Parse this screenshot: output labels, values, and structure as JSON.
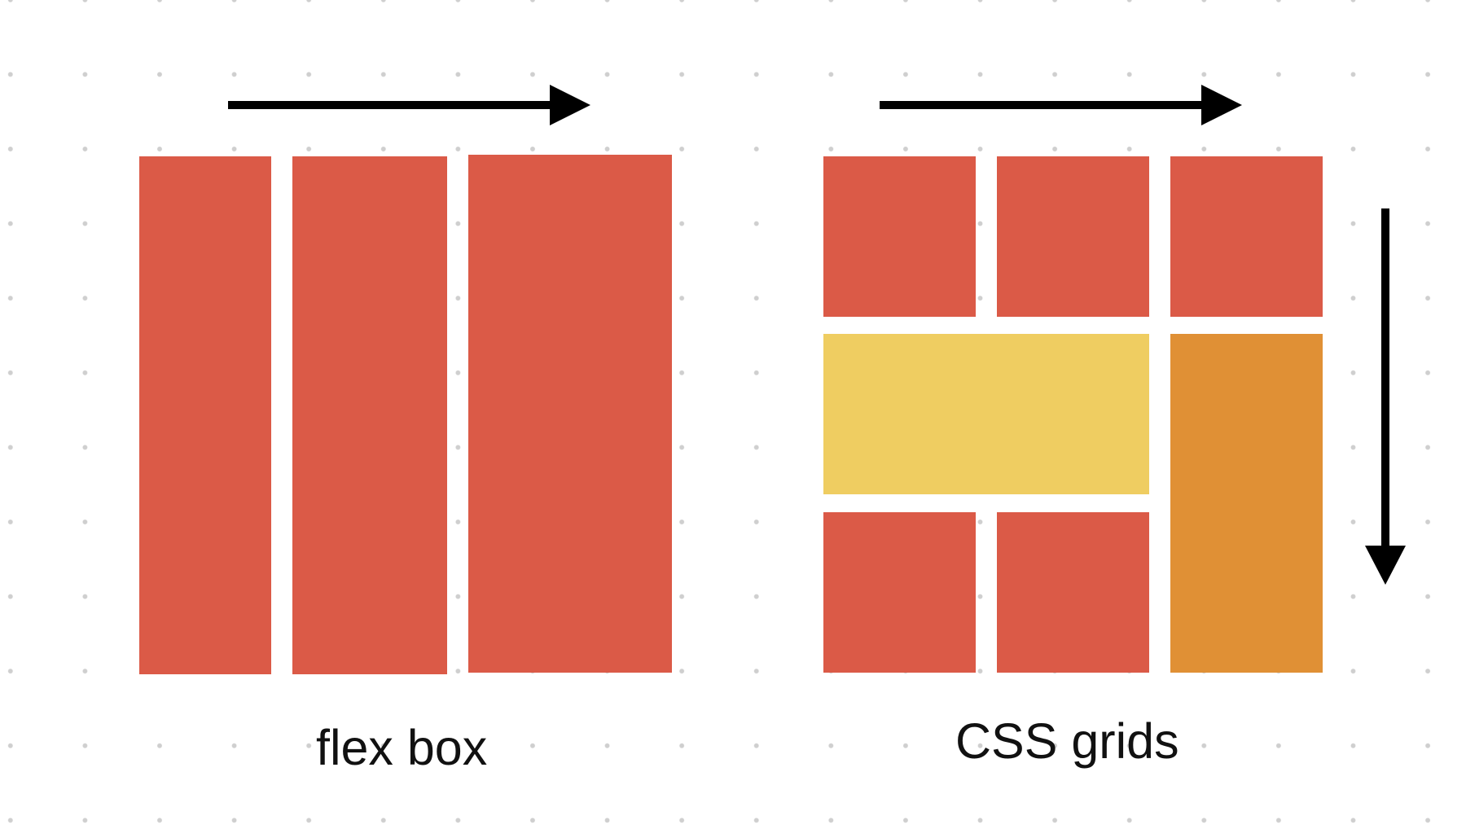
{
  "labels": {
    "flex": "flex box",
    "grid": "CSS grids"
  },
  "colors": {
    "red": "#DB5A47",
    "yellow": "#EFCD61",
    "orange": "#E09035",
    "arrow": "#000000",
    "dots": "#CFCFCF",
    "background": "#FFFFFF"
  },
  "flexbox": {
    "items": [
      {
        "color": "red"
      },
      {
        "color": "red"
      },
      {
        "color": "red"
      }
    ],
    "direction": "horizontal"
  },
  "grid": {
    "columns": 3,
    "rows": 3,
    "items": [
      {
        "color": "red"
      },
      {
        "color": "red"
      },
      {
        "color": "red"
      },
      {
        "color": "yellow",
        "span": "2 columns"
      },
      {
        "color": "orange",
        "span": "2 rows"
      },
      {
        "color": "red"
      },
      {
        "color": "red"
      }
    ],
    "directions": [
      "horizontal",
      "vertical"
    ]
  }
}
